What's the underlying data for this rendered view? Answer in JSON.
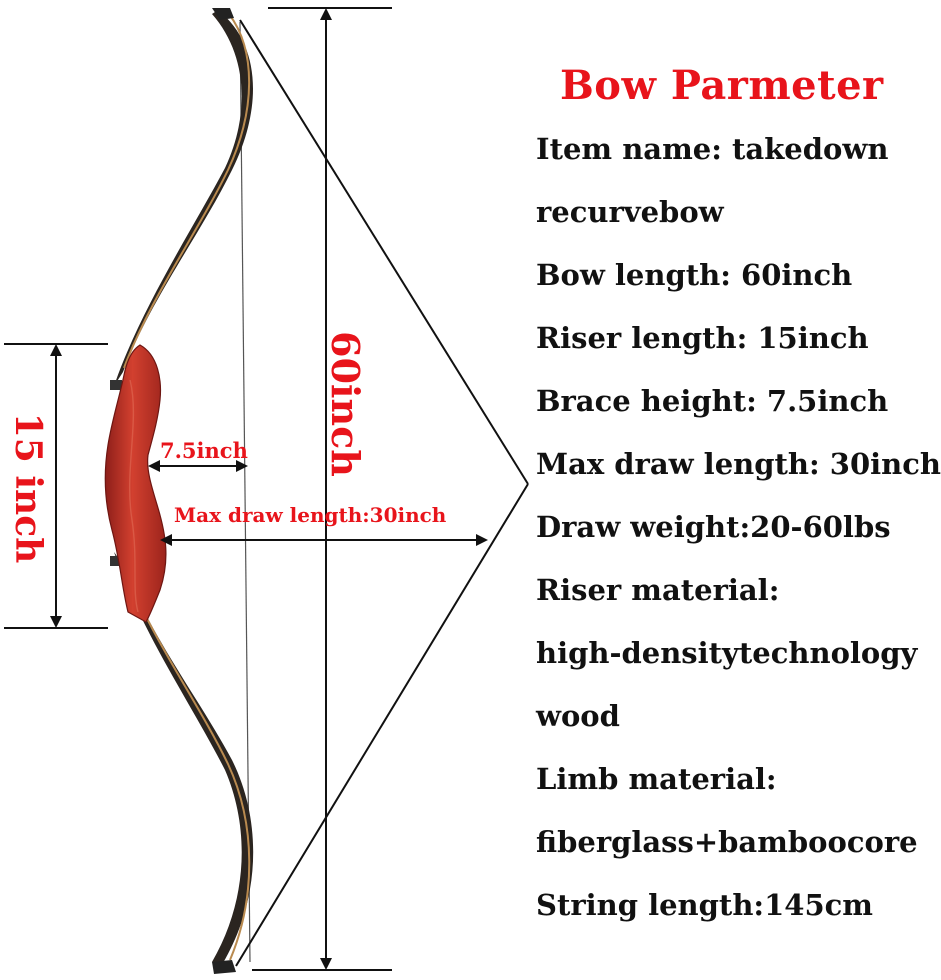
{
  "diagram": {
    "bow_length_label": "60inch",
    "riser_length_label": "15 inch",
    "brace_height_label": "7.5inch",
    "draw_length_label": "Max draw length:30inch"
  },
  "specs": {
    "title": "Bow Parmeter",
    "lines": [
      "Item name: takedown",
      "recurvebow",
      "Bow length: 60inch",
      "Riser length: 15inch",
      "Brace height: 7.5inch",
      "Max draw length: 30inch",
      "Draw weight:20-60lbs",
      "Riser material:",
      "high-densitytechnology",
      "wood",
      "Limb material:",
      "fiberglass+bamboocore",
      "String length:145cm"
    ]
  },
  "colors": {
    "label_red": "#e8141b",
    "text_dark": "#111111",
    "riser_red": "#c0332b",
    "limb_dark": "#2b2520",
    "limb_edge": "#b98a4f"
  }
}
